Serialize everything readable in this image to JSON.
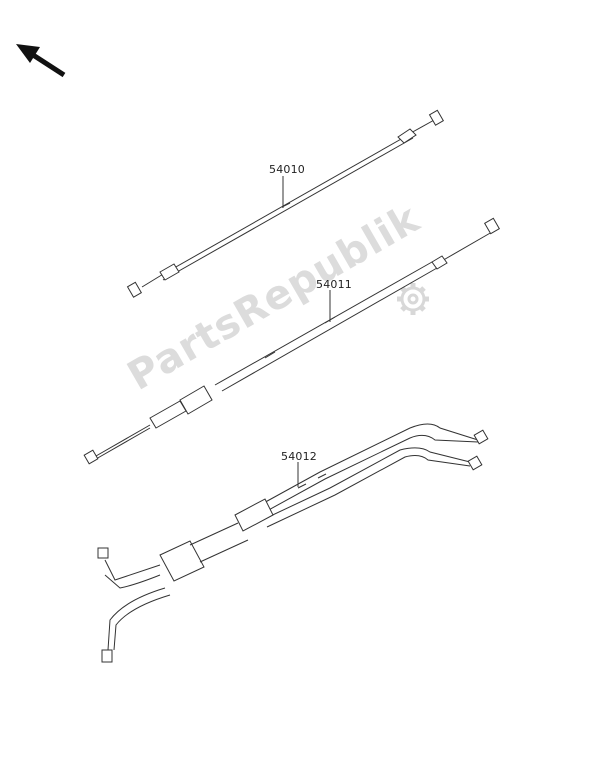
{
  "parts": [
    {
      "number": "54010"
    },
    {
      "number": "54011"
    },
    {
      "number": "54012"
    }
  ],
  "watermark": {
    "text": "PartsRepublik"
  },
  "colors": {
    "line": "#333333",
    "watermark": "#dcdcdc"
  },
  "icons": {
    "orientation": "arrow-up-left-icon",
    "watermark_logo": "gear-icon"
  }
}
